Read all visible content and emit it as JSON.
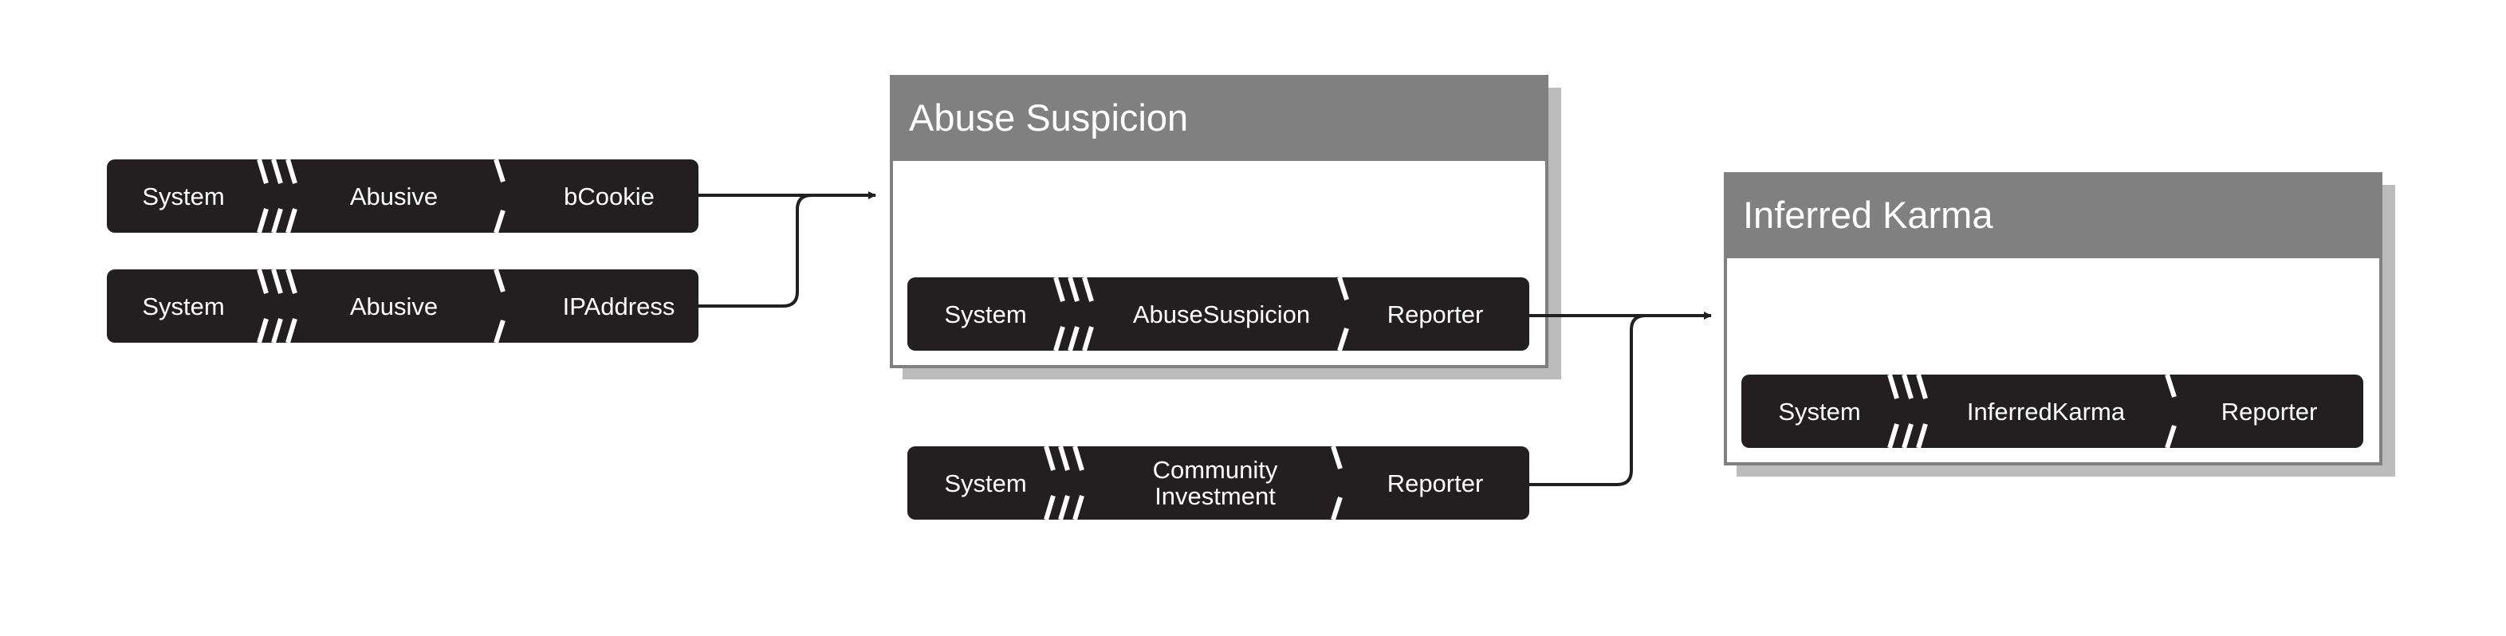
{
  "colors": {
    "pill": "#231f20",
    "header": "#808080",
    "shadow": "#bcbcbc",
    "border": "#808080",
    "arrow": "#231f20"
  },
  "inputs": {
    "row1": {
      "col1": "System",
      "col2": "Abusive",
      "col3": "bCookie"
    },
    "row2": {
      "col1": "System",
      "col2": "Abusive",
      "col3": "IPAddress"
    }
  },
  "abuse_suspicion": {
    "title": "Abuse Suspicion",
    "row": {
      "col1": "System",
      "col2": "AbuseSuspicion",
      "col3": "Reporter"
    }
  },
  "community": {
    "col1": "System",
    "col2_line1": "Community",
    "col2_line2": "Investment",
    "col3": "Reporter"
  },
  "inferred_karma": {
    "title": "Inferred Karma",
    "row": {
      "col1": "System",
      "col2": "InferredKarma",
      "col3": "Reporter"
    }
  }
}
